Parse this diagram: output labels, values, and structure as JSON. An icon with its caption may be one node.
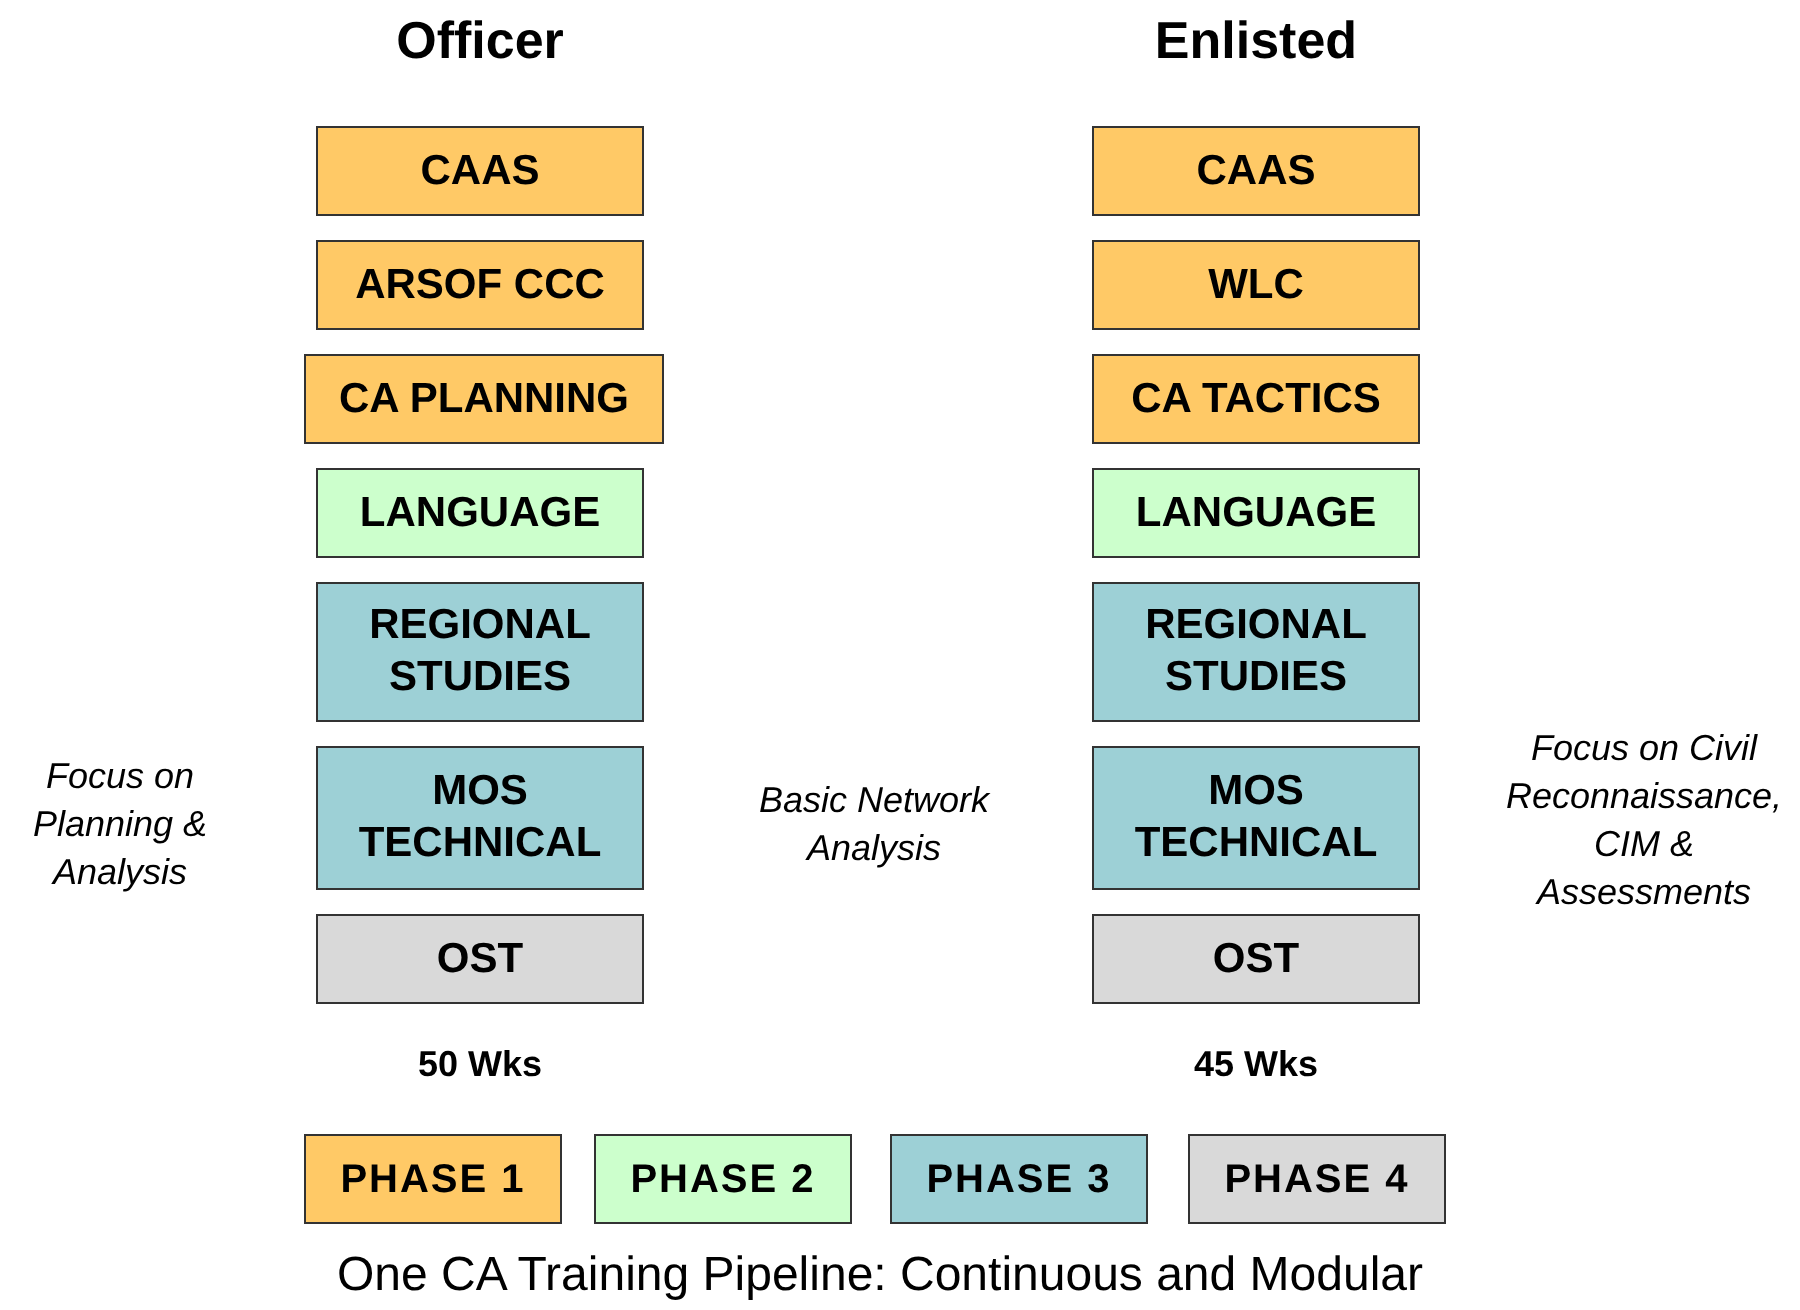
{
  "diagram": {
    "caption": "One CA Training Pipeline: Continuous and Modular",
    "nodes": [
      {
        "text": [
          "CAAS"
        ]
      },
      {
        "text": [
          "ARSOF CCC"
        ]
      },
      {
        "text": [
          "CA PLANNING"
        ]
      },
      {
        "text": [
          "LANGUAGE"
        ]
      },
      {
        "text": [
          "REGIONAL STUDIES"
        ]
      },
      {
        "text": [
          "MOS TECHNICAL"
        ]
      },
      {
        "text": [
          "OST"
        ]
      },
      {
        "text": [
          "CAAS"
        ]
      },
      {
        "text": [
          "WLC"
        ]
      },
      {
        "text": [
          "CA TACTICS"
        ]
      },
      {
        "text": [
          "LANGUAGE"
        ]
      },
      {
        "text": [
          "REGIONAL STUDIES"
        ]
      },
      {
        "text": [
          "MOS TECHNICAL"
        ]
      },
      {
        "text": [
          "OST"
        ]
      }
    ],
    "labels": [
      "Officer",
      "Enlisted",
      "Focus on Civil Reconnaissance, CIM & Assessments",
      "Focus on Planning & Analysis",
      "Basic Network Analysis",
      "50 Wks",
      "45 Wks"
    ],
    "legend": [
      {
        "text": "PHASE 1",
        "color": "#ffc966"
      },
      {
        "text": "PHASE 2",
        "color": "#ccffcc"
      },
      {
        "text": "PHASE 3",
        "color": "#9dd0d6"
      },
      {
        "text": "PHASE 4",
        "color": "#d9d9d9"
      }
    ]
  }
}
